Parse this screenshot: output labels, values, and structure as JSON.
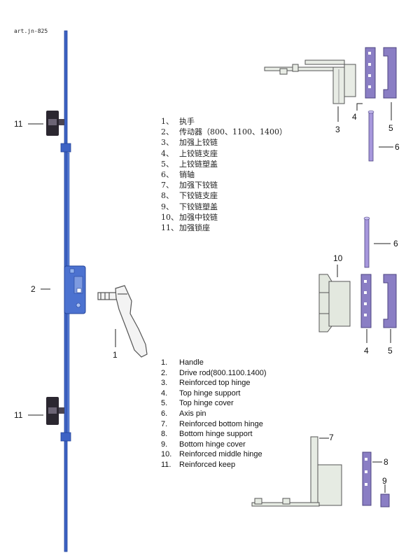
{
  "art_code": "art.jn-825",
  "callouts": {
    "c1": "1",
    "c2": "2",
    "c3": "3",
    "c4_top": "4",
    "c5_top": "5",
    "c6_top": "6",
    "c6_mid": "6",
    "c10": "10",
    "c4_mid": "4",
    "c5_mid": "5",
    "c7": "7",
    "c8": "8",
    "c9": "9",
    "c11_top": "11",
    "c11_bottom": "11"
  },
  "parts_cn": [
    {
      "num": "1、",
      "name": "执手"
    },
    {
      "num": "2、",
      "name": "传动器（800、1100、1400）"
    },
    {
      "num": "3、",
      "name": "加强上铰链"
    },
    {
      "num": "4、",
      "name": "上铰链支座"
    },
    {
      "num": "5、",
      "name": "上铰链塑盖"
    },
    {
      "num": "6、",
      "name": "销轴"
    },
    {
      "num": "7、",
      "name": "加强下铰链"
    },
    {
      "num": "8、",
      "name": "下铰链支座"
    },
    {
      "num": "9、",
      "name": "下铰链塑盖"
    },
    {
      "num": "10、",
      "name": "加强中铰链"
    },
    {
      "num": "11、",
      "name": "加强锁座"
    }
  ],
  "parts_en": [
    {
      "num": "1.",
      "name": "Handle"
    },
    {
      "num": "2.",
      "name": "Drive rod(800.1100.1400)"
    },
    {
      "num": "3.",
      "name": "Reinforced top hinge"
    },
    {
      "num": "4.",
      "name": "Top hinge support"
    },
    {
      "num": "5.",
      "name": "Top hinge cover"
    },
    {
      "num": "6.",
      "name": "Axis pin"
    },
    {
      "num": "7.",
      "name": "Reinforced bottom hinge"
    },
    {
      "num": "8.",
      "name": "Bottom hinge support"
    },
    {
      "num": "9.",
      "name": "Bottom hinge cover"
    },
    {
      "num": "10.",
      "name": "Reinforced middle hinge"
    },
    {
      "num": "11.",
      "name": "Reinforced keep"
    }
  ],
  "colors": {
    "rod_blue": "#3d62c4",
    "rod_dark": "#24449a",
    "purple": "#8a7ec4",
    "purple_dark": "#4d4480",
    "hinge_gray": "#dfe3dc",
    "line_gray": "#555555",
    "keep_dark": "#2b2730"
  }
}
